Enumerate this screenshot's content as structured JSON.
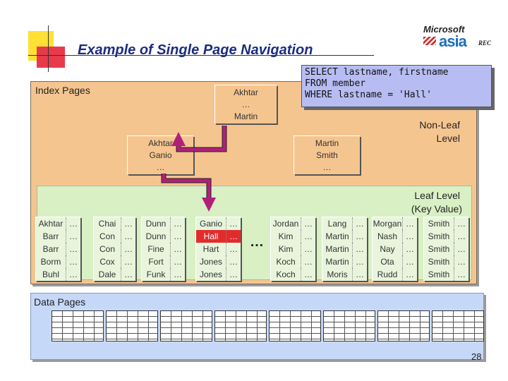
{
  "title": "Example of Single Page Navigation",
  "logo": {
    "line1": "Microsoft",
    "line2": "asia",
    "line3": "REC"
  },
  "sql": "SELECT lastname, firstname\nFROM member\nWHERE lastname = 'Hall'",
  "labels": {
    "index_pages": "Index Pages",
    "non_leaf": "Non-Leaf\nLevel",
    "leaf_level": "Leaf Level",
    "key_value": "(Key Value)",
    "data_pages": "Data Pages",
    "ellipsis": "…"
  },
  "root_node": [
    "Akhtar",
    "…",
    "Martin"
  ],
  "nonleaf_nodes": [
    [
      "Akhtar",
      "Ganio",
      "…"
    ],
    [
      "Martin",
      "Smith",
      "…"
    ]
  ],
  "leaf_pages": [
    [
      "Akhtar",
      "Barr",
      "Barr",
      "Borm",
      "Buhl"
    ],
    [
      "Chai",
      "Con",
      "Con",
      "Cox",
      "Dale"
    ],
    [
      "Dunn",
      "Dunn",
      "Fine",
      "Fort",
      "Funk"
    ],
    [
      "Ganio",
      "Hall",
      "Hart",
      "Jones",
      "Jones"
    ],
    [
      "Jordan",
      "Kim",
      "Kim",
      "Koch",
      "Koch"
    ],
    [
      "Lang",
      "Martin",
      "Martin",
      "Martin",
      "Moris"
    ],
    [
      "Morgan",
      "Nash",
      "Nay",
      "Ota",
      "Rudd"
    ],
    [
      "Smith",
      "Smith",
      "Smith",
      "Smith",
      "Smith"
    ]
  ],
  "leaf_dots": "…",
  "highlighted_key": "Hall",
  "colors": {
    "index": "#f5c58f",
    "leaf": "#d8f0c4",
    "data": "#c6d8f8",
    "sql": "#b7bdf2",
    "arrow": "#b0207a",
    "highlight": "#e22c2c"
  },
  "page_number": "28"
}
